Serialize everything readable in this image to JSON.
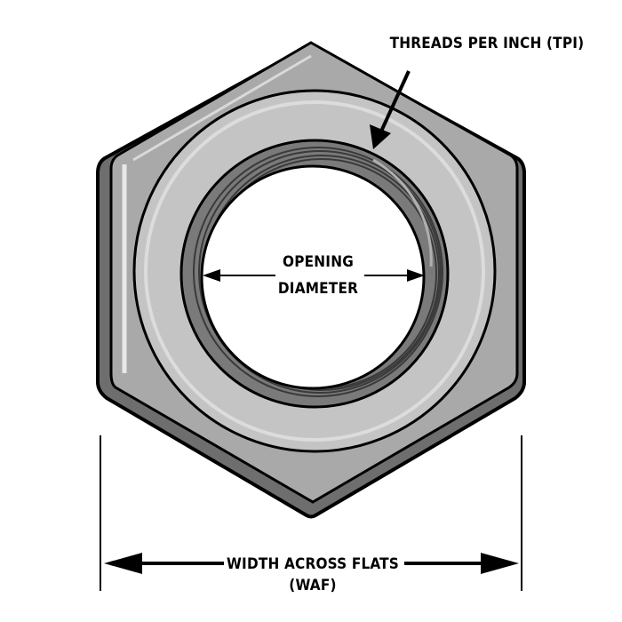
{
  "labels": {
    "threads": "THREADS  PER INCH (TPI)",
    "opening_line1": "OPENING",
    "opening_line2": "DIAMETER",
    "waf_line1": "WIDTH ACROSS FLATS",
    "waf_line2": "(WAF)"
  },
  "colors": {
    "outline": "#000000",
    "nut_face": "#a9a9a9",
    "nut_side": "#6e6e6e",
    "washer": "#c4c4c4",
    "thread": "#555555"
  }
}
